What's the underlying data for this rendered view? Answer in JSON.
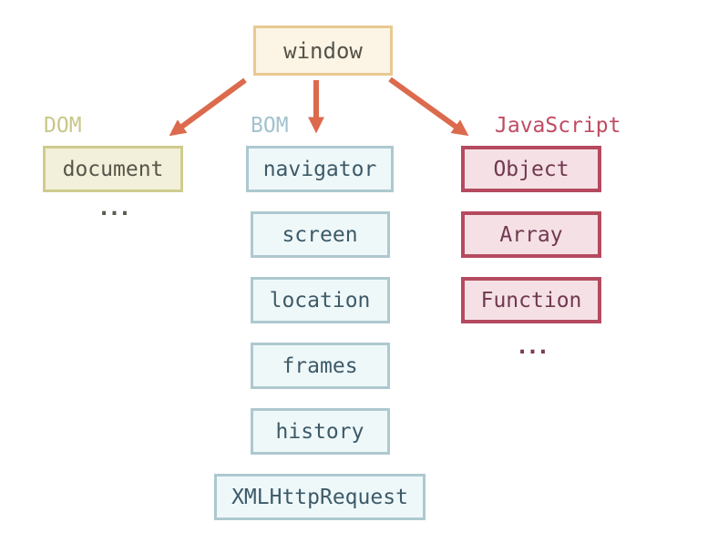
{
  "colors": {
    "arrow": "#dc6a4d",
    "win-bg": "#fcf4e4",
    "win-border": "#e8c992",
    "win-text": "#54534a",
    "dom-label": "#c9c78a",
    "dom-border": "#cfcc8e",
    "dom-bg": "#f2f0da",
    "dom-text": "#565549",
    "dom-dots": "#5a5a50",
    "bom-label": "#a3c3ce",
    "bom-border": "#adc9cf",
    "bom-bg": "#eff8f9",
    "bom-text": "#3d5a68",
    "js-label": "#c14b61",
    "js-border": "#b54a5f",
    "js-bg": "#f5e1e5",
    "js-text": "#713850",
    "js-dots": "#7a3b52"
  },
  "root": {
    "label": "window"
  },
  "groups": {
    "dom": {
      "label": "DOM",
      "items": [
        "document"
      ],
      "ellipsis": "..."
    },
    "bom": {
      "label": "BOM",
      "items": [
        "navigator",
        "screen",
        "location",
        "frames",
        "history",
        "XMLHttpRequest"
      ]
    },
    "js": {
      "label": "JavaScript",
      "items": [
        "Object",
        "Array",
        "Function"
      ],
      "ellipsis": "..."
    }
  }
}
